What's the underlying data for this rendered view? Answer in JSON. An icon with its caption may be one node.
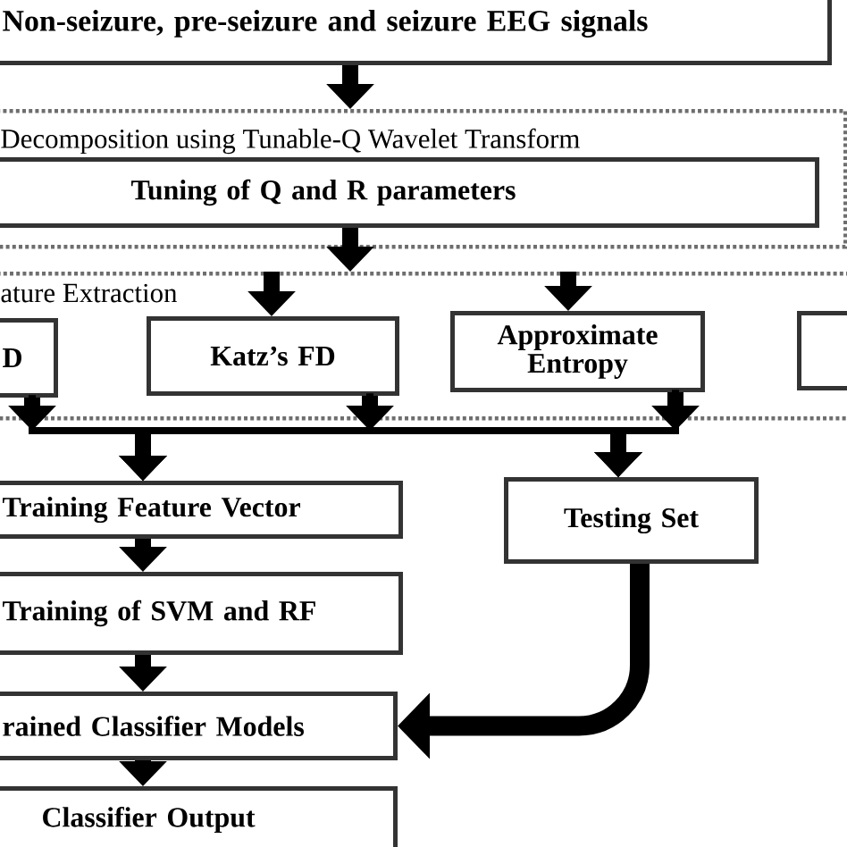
{
  "diagram": {
    "nodes": [
      {
        "text": [
          "Non-seizure, pre-seizure and seizure EEG signals"
        ]
      },
      {
        "text": [
          "Decomposition using Tunable-Q Wavelet Transform"
        ]
      },
      {
        "text": [
          "Tuning of Q and R parameters"
        ],
        "in": 1
      },
      {
        "text": [
          "ature Extraction"
        ]
      },
      {
        "text": [
          "D"
        ],
        "in": 3
      },
      {
        "text": [
          "Katz’s FD"
        ],
        "in": 3
      },
      {
        "text": [
          "Approximate Entropy"
        ],
        "in": 3
      },
      {
        "text": [],
        "shape": "box",
        "in": 3
      },
      {
        "text": [
          "Training Feature Vector"
        ]
      },
      {
        "text": [
          "Testing Set"
        ]
      },
      {
        "text": [
          "Training of SVM and RF"
        ]
      },
      {
        "text": [
          "rained Classifier Models"
        ]
      },
      {
        "text": [
          "Classifier Output"
        ]
      }
    ],
    "edges": [
      {
        "from": 0,
        "to": 1,
        "arrow": "to"
      },
      {
        "from": 2,
        "to": 3,
        "arrow": "to"
      },
      {
        "from": 3,
        "to": 5,
        "arrow": "to"
      },
      {
        "from": 3,
        "to": 6,
        "arrow": "to"
      },
      {
        "from": 4,
        "to": 8,
        "arrow": "to"
      },
      {
        "from": 4,
        "to": 9,
        "arrow": "to"
      },
      {
        "from": 5,
        "to": 8,
        "arrow": "to"
      },
      {
        "from": 5,
        "to": 9,
        "arrow": "to"
      },
      {
        "from": 6,
        "to": 8,
        "arrow": "to"
      },
      {
        "from": 6,
        "to": 9,
        "arrow": "to"
      },
      {
        "from": 8,
        "to": 10,
        "arrow": "to"
      },
      {
        "from": 10,
        "to": 11,
        "arrow": "to"
      },
      {
        "from": 11,
        "to": 12,
        "arrow": "to"
      },
      {
        "from": 9,
        "to": 11,
        "arrow": "to"
      }
    ]
  }
}
